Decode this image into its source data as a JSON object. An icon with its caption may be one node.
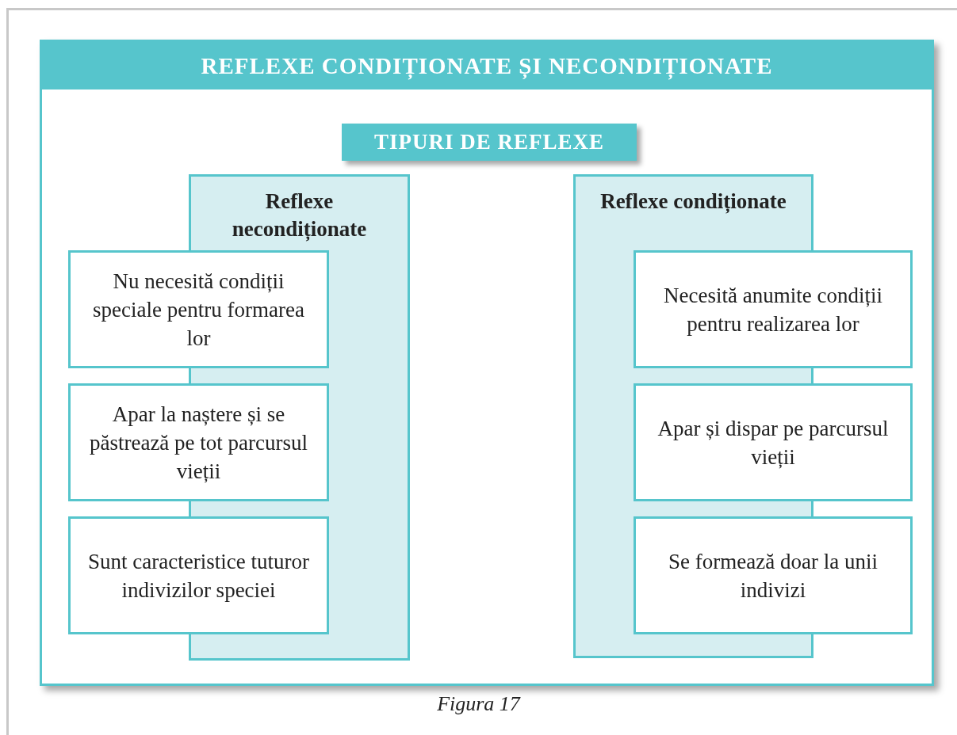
{
  "diagram": {
    "nodes": [
      {
        "text": [
          "REFLEXE CONDIȚIONATE ȘI NECONDIȚIONATE"
        ]
      },
      {
        "text": [
          "TIPURI DE REFLEXE"
        ],
        "in": 0
      },
      {
        "text": [
          "Reflexe necondiționate"
        ],
        "in": 0
      },
      {
        "text": [
          "Nu necesită condiții speciale pentru formarea lor"
        ],
        "in": 0
      },
      {
        "text": [
          "Apar la naștere și se păstrează pe tot parcursul vieții"
        ],
        "in": 0
      },
      {
        "text": [
          "Sunt caracteristice tuturor indivizilor speciei"
        ],
        "in": 0
      },
      {
        "text": [
          "Reflexe condiționate"
        ],
        "in": 0
      },
      {
        "text": [
          "Necesită anumite condiții pentru realizarea lor"
        ],
        "in": 0
      },
      {
        "text": [
          "Apar și dispar pe parcursul vieții"
        ],
        "in": 0
      },
      {
        "text": [
          "Se formează doar la unii indivizi"
        ],
        "in": 0
      }
    ],
    "caption": "Figura 17"
  }
}
